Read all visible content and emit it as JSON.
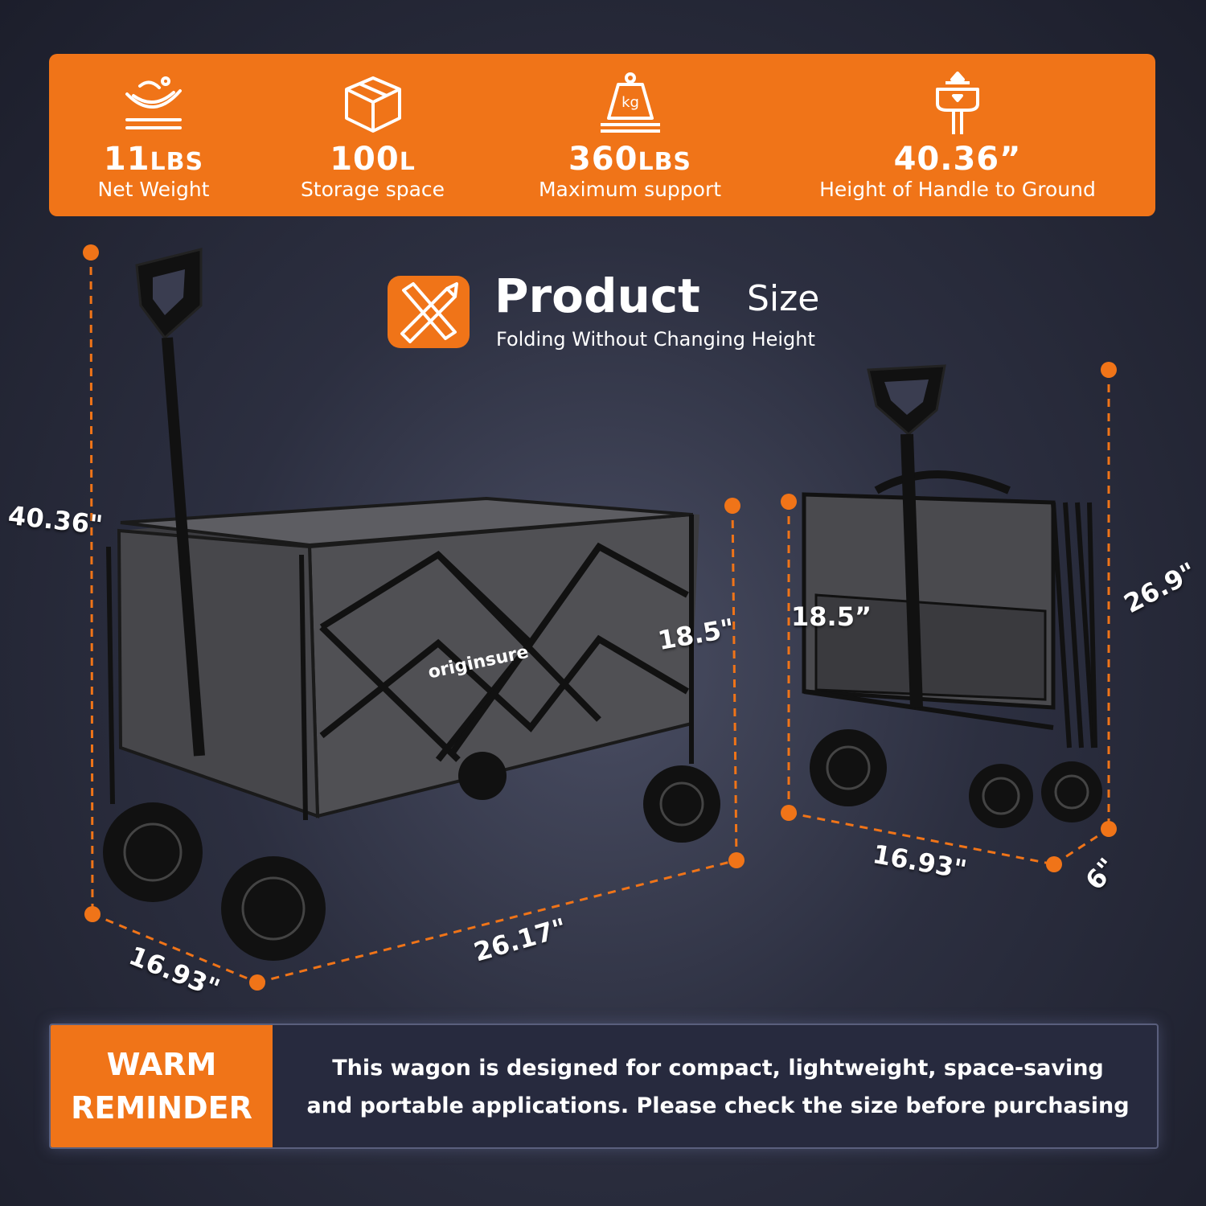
{
  "specs": [
    {
      "value": "11",
      "unit": "LBS",
      "label": "Net Weight",
      "icon": "feather-scale-icon"
    },
    {
      "value": "100",
      "unit": "L",
      "label": "Storage space",
      "icon": "box-icon"
    },
    {
      "value": "360",
      "unit": "LBS",
      "label": "Maximum support",
      "icon": "kg-weight-icon"
    },
    {
      "value": "40.36”",
      "unit": "",
      "label": "Height of Handle to Ground",
      "icon": "handle-height-icon"
    }
  ],
  "header": {
    "title_bold": "Product",
    "title_light": "Size",
    "subtitle": "Folding Without Changing Height",
    "icon": "ruler-pencil-icon"
  },
  "brand": "originsure",
  "dimensions": {
    "unfolded_height": "40.36\"",
    "unfolded_side_height": "18.5\"",
    "unfolded_length": "26.17\"",
    "unfolded_width": "16.93\"",
    "folded_inner_height": "18.5”",
    "folded_height": "26.9\"",
    "folded_width": "16.93\"",
    "folded_depth": "6\""
  },
  "reminder": {
    "tag_line1": "WARM",
    "tag_line2": "REMINDER",
    "text_line1": "This wagon is designed for compact, lightweight, space-saving",
    "text_line2": "and portable applications. Please check the size before purchasing"
  },
  "colors": {
    "accent": "#f07418",
    "background": "#2c2f40",
    "wagon": "#4a4a4e"
  }
}
